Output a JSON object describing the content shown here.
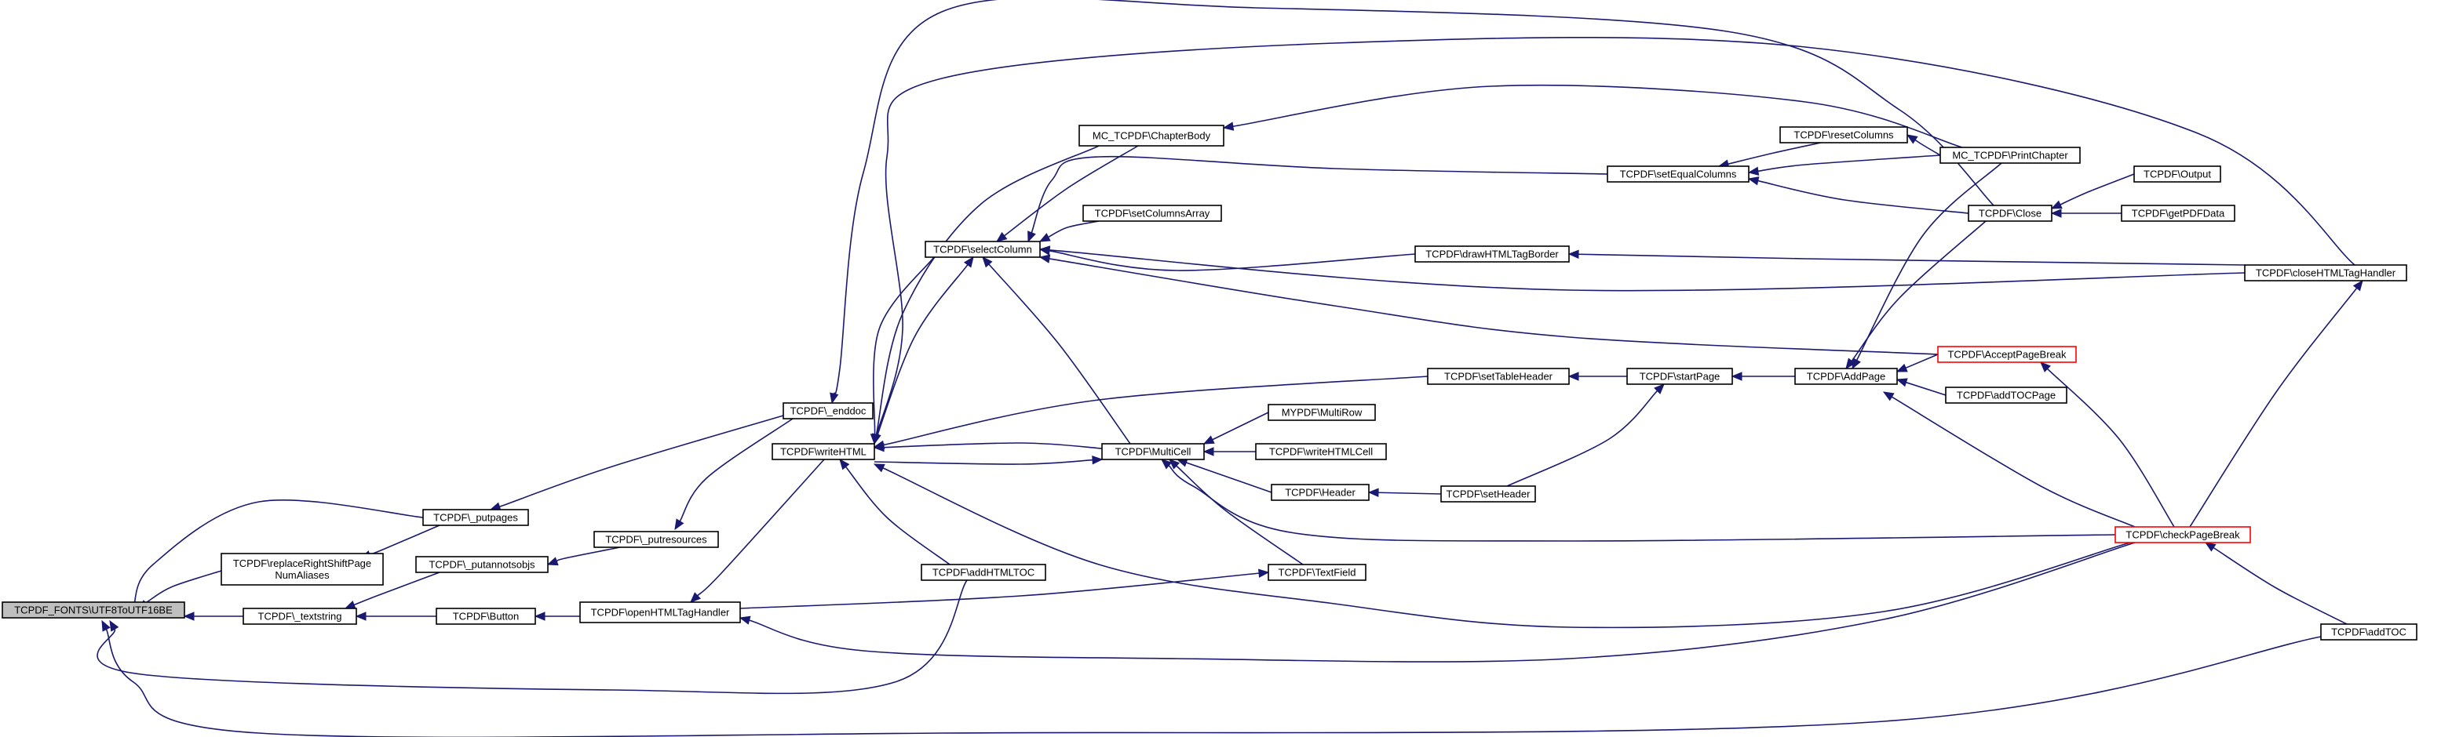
{
  "diagram": {
    "type": "call-graph",
    "colors": {
      "edge": "#191970",
      "node_border": "#000000",
      "root_fill": "#bfbfbf",
      "truncated_border": "#ff0000"
    },
    "nodes": [
      {
        "id": "utf8",
        "lines": [
          "TCPDF_FONTS\\UTF8ToUTF16BE"
        ],
        "root": true
      },
      {
        "id": "putpages",
        "lines": [
          "TCPDF\\_putpages"
        ]
      },
      {
        "id": "replace",
        "lines": [
          "TCPDF\\replaceRightShiftPage",
          "NumAliases"
        ]
      },
      {
        "id": "textstring",
        "lines": [
          "TCPDF\\_textstring"
        ]
      },
      {
        "id": "enddoc",
        "lines": [
          "TCPDF\\_enddoc"
        ]
      },
      {
        "id": "putannots",
        "lines": [
          "TCPDF\\_putannotsobjs"
        ]
      },
      {
        "id": "putresources",
        "lines": [
          "TCPDF\\_putresources"
        ]
      },
      {
        "id": "button",
        "lines": [
          "TCPDF\\Button"
        ]
      },
      {
        "id": "writehtml",
        "lines": [
          "TCPDF\\writeHTML"
        ]
      },
      {
        "id": "openhtml",
        "lines": [
          "TCPDF\\openHTMLTagHandler"
        ]
      },
      {
        "id": "chapterbody",
        "lines": [
          "MC_TCPDF\\ChapterBody"
        ]
      },
      {
        "id": "setcolarray",
        "lines": [
          "TCPDF\\setColumnsArray"
        ]
      },
      {
        "id": "selectcol",
        "lines": [
          "TCPDF\\selectColumn"
        ]
      },
      {
        "id": "addhtmltoc",
        "lines": [
          "TCPDF\\addHTMLTOC"
        ]
      },
      {
        "id": "multicell",
        "lines": [
          "TCPDF\\MultiCell"
        ]
      },
      {
        "id": "mypdf",
        "lines": [
          "MYPDF\\MultiRow"
        ]
      },
      {
        "id": "writehtmlcell",
        "lines": [
          "TCPDF\\writeHTMLCell"
        ]
      },
      {
        "id": "header",
        "lines": [
          "TCPDF\\Header"
        ]
      },
      {
        "id": "textfield",
        "lines": [
          "TCPDF\\TextField"
        ]
      },
      {
        "id": "drawborder",
        "lines": [
          "TCPDF\\drawHTMLTagBorder"
        ]
      },
      {
        "id": "settableheader",
        "lines": [
          "TCPDF\\setTableHeader"
        ]
      },
      {
        "id": "setheader",
        "lines": [
          "TCPDF\\setHeader"
        ]
      },
      {
        "id": "setequal",
        "lines": [
          "TCPDF\\setEqualColumns"
        ]
      },
      {
        "id": "startpage",
        "lines": [
          "TCPDF\\startPage"
        ]
      },
      {
        "id": "resetcol",
        "lines": [
          "TCPDF\\resetColumns"
        ]
      },
      {
        "id": "printchapter",
        "lines": [
          "MC_TCPDF\\PrintChapter"
        ]
      },
      {
        "id": "close",
        "lines": [
          "TCPDF\\Close"
        ]
      },
      {
        "id": "addpage",
        "lines": [
          "TCPDF\\AddPage"
        ]
      },
      {
        "id": "acceptpb",
        "lines": [
          "TCPDF\\AcceptPageBreak"
        ],
        "truncated": true
      },
      {
        "id": "addtocpage",
        "lines": [
          "TCPDF\\addTOCPage"
        ]
      },
      {
        "id": "checkpb",
        "lines": [
          "TCPDF\\checkPageBreak"
        ],
        "truncated": true
      },
      {
        "id": "output",
        "lines": [
          "TCPDF\\Output"
        ]
      },
      {
        "id": "getpdfdata",
        "lines": [
          "TCPDF\\getPDFData"
        ]
      },
      {
        "id": "closehtml",
        "lines": [
          "TCPDF\\closeHTMLTagHandler"
        ]
      },
      {
        "id": "addtoc",
        "lines": [
          "TCPDF\\addTOC"
        ]
      }
    ],
    "edges": [
      {
        "from": "putpages",
        "to": "utf8"
      },
      {
        "from": "replace",
        "to": "utf8"
      },
      {
        "from": "textstring",
        "to": "utf8"
      },
      {
        "from": "addhtmltoc",
        "to": "utf8"
      },
      {
        "from": "addtoc",
        "to": "utf8"
      },
      {
        "from": "enddoc",
        "to": "putpages"
      },
      {
        "from": "putpages",
        "to": "replace"
      },
      {
        "from": "putannots",
        "to": "textstring"
      },
      {
        "from": "button",
        "to": "textstring"
      },
      {
        "from": "putresources",
        "to": "putannots"
      },
      {
        "from": "enddoc",
        "to": "putresources"
      },
      {
        "from": "close",
        "to": "enddoc"
      },
      {
        "from": "openhtml",
        "to": "button"
      },
      {
        "from": "writehtml",
        "to": "openhtml"
      },
      {
        "from": "checkpb",
        "to": "writehtml"
      },
      {
        "from": "multicell",
        "to": "writehtml"
      },
      {
        "from": "writehtml",
        "to": "multicell"
      },
      {
        "from": "addhtmltoc",
        "to": "writehtml"
      },
      {
        "from": "chapterbody",
        "to": "writehtml"
      },
      {
        "from": "closehtml",
        "to": "writehtml"
      },
      {
        "from": "selectcol",
        "to": "writehtml"
      },
      {
        "from": "writehtml",
        "to": "selectcol"
      },
      {
        "from": "settableheader",
        "to": "writehtml"
      },
      {
        "from": "chapterbody",
        "to": "selectcol"
      },
      {
        "from": "setcolarray",
        "to": "selectcol"
      },
      {
        "from": "setequal",
        "to": "selectcol"
      },
      {
        "from": "drawborder",
        "to": "selectcol"
      },
      {
        "from": "closehtml",
        "to": "selectcol"
      },
      {
        "from": "acceptpb",
        "to": "selectcol"
      },
      {
        "from": "multicell",
        "to": "selectcol"
      },
      {
        "from": "printchapter",
        "to": "chapterbody"
      },
      {
        "from": "mypdf",
        "to": "multicell"
      },
      {
        "from": "writehtmlcell",
        "to": "multicell"
      },
      {
        "from": "header",
        "to": "multicell"
      },
      {
        "from": "textfield",
        "to": "multicell"
      },
      {
        "from": "checkpb",
        "to": "multicell"
      },
      {
        "from": "openhtml",
        "to": "textfield"
      },
      {
        "from": "setheader",
        "to": "header"
      },
      {
        "from": "closehtml",
        "to": "drawborder"
      },
      {
        "from": "startpage",
        "to": "settableheader"
      },
      {
        "from": "setheader",
        "to": "startpage"
      },
      {
        "from": "addpage",
        "to": "startpage"
      },
      {
        "from": "resetcol",
        "to": "setequal"
      },
      {
        "from": "printchapter",
        "to": "setequal"
      },
      {
        "from": "close",
        "to": "setequal"
      },
      {
        "from": "printchapter",
        "to": "resetcol"
      },
      {
        "from": "output",
        "to": "close"
      },
      {
        "from": "getpdfdata",
        "to": "close"
      },
      {
        "from": "close",
        "to": "addpage"
      },
      {
        "from": "printchapter",
        "to": "addpage"
      },
      {
        "from": "acceptpb",
        "to": "addpage"
      },
      {
        "from": "addtocpage",
        "to": "addpage"
      },
      {
        "from": "checkpb",
        "to": "addpage"
      },
      {
        "from": "checkpb",
        "to": "acceptpb"
      },
      {
        "from": "checkpb",
        "to": "openhtml"
      },
      {
        "from": "addtoc",
        "to": "checkpb"
      },
      {
        "from": "checkpb",
        "to": "closehtml"
      }
    ]
  }
}
